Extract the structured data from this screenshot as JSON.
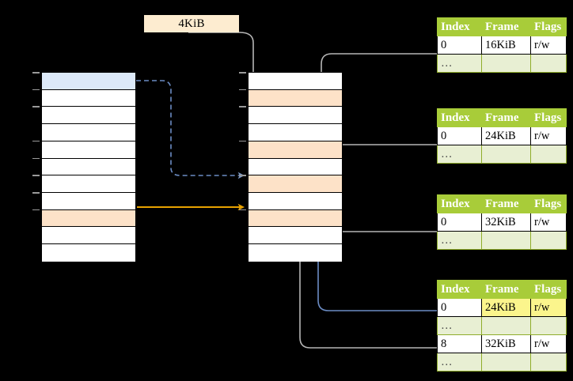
{
  "diagram": {
    "title_visible": false,
    "callout": {
      "label": "4KiB"
    },
    "colors": {
      "header_green": "#a8cc39",
      "ellipsis_row": "#e8efd3",
      "highlight_yellow": "#fbf58c",
      "peach_row": "#fde2c8",
      "blue_row": "#dce9f9",
      "orange_arrow": "#e8a200",
      "blue_arrow": "#6b8cc4",
      "gray_arrow": "#9a9a9a",
      "background": "#000000"
    },
    "virtual_memory_strip": {
      "name": "virtual-address-space",
      "row_count": 11,
      "rows": [
        {
          "index": 0,
          "fill": "blue"
        },
        {
          "index": 1,
          "fill": "white"
        },
        {
          "index": 2,
          "fill": "white"
        },
        {
          "index": 3,
          "fill": "white"
        },
        {
          "index": 4,
          "fill": "white"
        },
        {
          "index": 5,
          "fill": "white"
        },
        {
          "index": 6,
          "fill": "white"
        },
        {
          "index": 7,
          "fill": "white"
        },
        {
          "index": 8,
          "fill": "peach"
        },
        {
          "index": 9,
          "fill": "white"
        },
        {
          "index": 10,
          "fill": "white"
        }
      ]
    },
    "physical_memory_strip": {
      "name": "physical-address-space",
      "row_count": 11,
      "rows": [
        {
          "index": 0,
          "fill": "white"
        },
        {
          "index": 1,
          "fill": "peach"
        },
        {
          "index": 2,
          "fill": "white"
        },
        {
          "index": 3,
          "fill": "white"
        },
        {
          "index": 4,
          "fill": "peach"
        },
        {
          "index": 5,
          "fill": "white"
        },
        {
          "index": 6,
          "fill": "peach"
        },
        {
          "index": 7,
          "fill": "white"
        },
        {
          "index": 8,
          "fill": "peach"
        },
        {
          "index": 9,
          "fill": "white"
        },
        {
          "index": 10,
          "fill": "white"
        }
      ]
    },
    "page_tables": [
      {
        "name": "page-table-1",
        "headers": [
          "Index",
          "Frame",
          "Flags"
        ],
        "rows": [
          {
            "cells": [
              "0",
              "16KiB",
              "r/w"
            ],
            "style": "normal",
            "highlight": []
          },
          {
            "cells": [
              "…",
              "",
              ""
            ],
            "style": "ellipsis",
            "highlight": []
          }
        ]
      },
      {
        "name": "page-table-2",
        "headers": [
          "Index",
          "Frame",
          "Flags"
        ],
        "rows": [
          {
            "cells": [
              "0",
              "24KiB",
              "r/w"
            ],
            "style": "normal",
            "highlight": []
          },
          {
            "cells": [
              "…",
              "",
              ""
            ],
            "style": "ellipsis",
            "highlight": []
          }
        ]
      },
      {
        "name": "page-table-3",
        "headers": [
          "Index",
          "Frame",
          "Flags"
        ],
        "rows": [
          {
            "cells": [
              "0",
              "32KiB",
              "r/w"
            ],
            "style": "normal",
            "highlight": []
          },
          {
            "cells": [
              "…",
              "",
              ""
            ],
            "style": "ellipsis",
            "highlight": []
          }
        ]
      },
      {
        "name": "page-table-4",
        "headers": [
          "Index",
          "Frame",
          "Flags"
        ],
        "rows": [
          {
            "cells": [
              "0",
              "24KiB",
              "r/w"
            ],
            "style": "normal",
            "highlight": [
              1,
              2
            ]
          },
          {
            "cells": [
              "…",
              "",
              ""
            ],
            "style": "ellipsis",
            "highlight": []
          },
          {
            "cells": [
              "8",
              "32KiB",
              "r/w"
            ],
            "style": "normal",
            "highlight": []
          },
          {
            "cells": [
              "…",
              "",
              ""
            ],
            "style": "ellipsis",
            "highlight": []
          }
        ]
      }
    ]
  }
}
